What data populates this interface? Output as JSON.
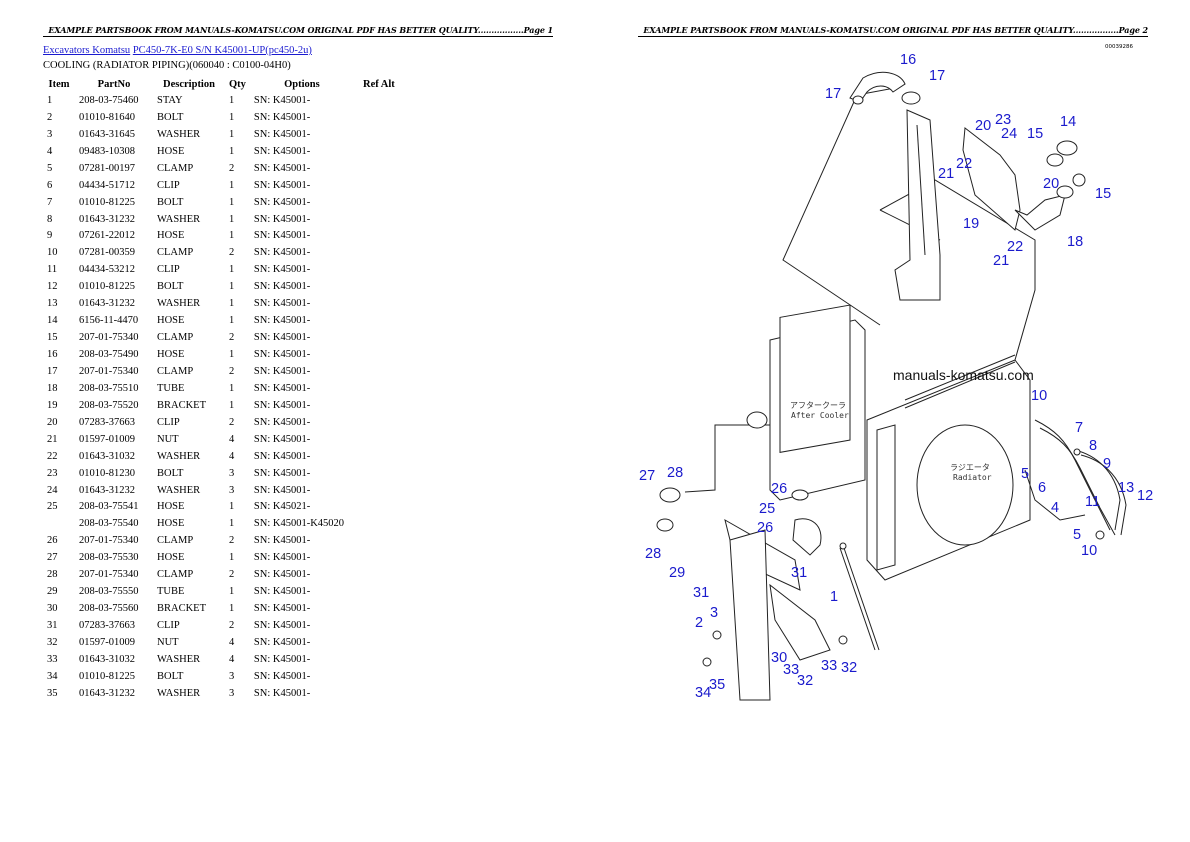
{
  "left_page": {
    "banner": "EXAMPLE PARTSBOOK FROM MANUALS-KOMATSU.COM ORIGINAL PDF HAS BETTER QUALITY.................Page 1",
    "breadcrumb": {
      "link1": "Excavators Komatsu",
      "link2": "PC450-7K-E0 S/N K45001-UP(pc450-2u)"
    },
    "subtitle": "COOLING (RADIATOR PIPING)(060040 : C0100-04H0)",
    "columns": [
      "Item",
      "PartNo",
      "Description",
      "Qty",
      "Options",
      "Ref Alt"
    ],
    "rows": [
      [
        "1",
        "208-03-75460",
        "STAY",
        "1",
        "SN: K45001-"
      ],
      [
        "2",
        "01010-81640",
        "BOLT",
        "1",
        "SN: K45001-"
      ],
      [
        "3",
        "01643-31645",
        "WASHER",
        "1",
        "SN: K45001-"
      ],
      [
        "4",
        "09483-10308",
        "HOSE",
        "1",
        "SN: K45001-"
      ],
      [
        "5",
        "07281-00197",
        "CLAMP",
        "2",
        "SN: K45001-"
      ],
      [
        "6",
        "04434-51712",
        "CLIP",
        "1",
        "SN: K45001-"
      ],
      [
        "7",
        "01010-81225",
        "BOLT",
        "1",
        "SN: K45001-"
      ],
      [
        "8",
        "01643-31232",
        "WASHER",
        "1",
        "SN: K45001-"
      ],
      [
        "9",
        "07261-22012",
        "HOSE",
        "1",
        "SN: K45001-"
      ],
      [
        "10",
        "07281-00359",
        "CLAMP",
        "2",
        "SN: K45001-"
      ],
      [
        "11",
        "04434-53212",
        "CLIP",
        "1",
        "SN: K45001-"
      ],
      [
        "12",
        "01010-81225",
        "BOLT",
        "1",
        "SN: K45001-"
      ],
      [
        "13",
        "01643-31232",
        "WASHER",
        "1",
        "SN: K45001-"
      ],
      [
        "14",
        "6156-11-4470",
        "HOSE",
        "1",
        "SN: K45001-"
      ],
      [
        "15",
        "207-01-75340",
        "CLAMP",
        "2",
        "SN: K45001-"
      ],
      [
        "16",
        "208-03-75490",
        "HOSE",
        "1",
        "SN: K45001-"
      ],
      [
        "17",
        "207-01-75340",
        "CLAMP",
        "2",
        "SN: K45001-"
      ],
      [
        "18",
        "208-03-75510",
        "TUBE",
        "1",
        "SN: K45001-"
      ],
      [
        "19",
        "208-03-75520",
        "BRACKET",
        "1",
        "SN: K45001-"
      ],
      [
        "20",
        "07283-37663",
        "CLIP",
        "2",
        "SN: K45001-"
      ],
      [
        "21",
        "01597-01009",
        "NUT",
        "4",
        "SN: K45001-"
      ],
      [
        "22",
        "01643-31032",
        "WASHER",
        "4",
        "SN: K45001-"
      ],
      [
        "23",
        "01010-81230",
        "BOLT",
        "3",
        "SN: K45001-"
      ],
      [
        "24",
        "01643-31232",
        "WASHER",
        "3",
        "SN: K45001-"
      ],
      [
        "25",
        "208-03-75541",
        "HOSE",
        "1",
        "SN: K45021-"
      ],
      [
        "",
        "208-03-75540",
        "HOSE",
        "1",
        "SN: K45001-K45020"
      ],
      [
        "26",
        "207-01-75340",
        "CLAMP",
        "2",
        "SN: K45001-"
      ],
      [
        "27",
        "208-03-75530",
        "HOSE",
        "1",
        "SN: K45001-"
      ],
      [
        "28",
        "207-01-75340",
        "CLAMP",
        "2",
        "SN: K45001-"
      ],
      [
        "29",
        "208-03-75550",
        "TUBE",
        "1",
        "SN: K45001-"
      ],
      [
        "30",
        "208-03-75560",
        "BRACKET",
        "1",
        "SN: K45001-"
      ],
      [
        "31",
        "07283-37663",
        "CLIP",
        "2",
        "SN: K45001-"
      ],
      [
        "32",
        "01597-01009",
        "NUT",
        "4",
        "SN: K45001-"
      ],
      [
        "33",
        "01643-31032",
        "WASHER",
        "4",
        "SN: K45001-"
      ],
      [
        "34",
        "01010-81225",
        "BOLT",
        "3",
        "SN: K45001-"
      ],
      [
        "35",
        "01643-31232",
        "WASHER",
        "3",
        "SN: K45001-"
      ]
    ]
  },
  "right_page": {
    "banner": "EXAMPLE PARTSBOOK FROM MANUALS-KOMATSU.COM ORIGINAL PDF HAS BETTER QUALITY.................Page 2",
    "figure_id": "00039286",
    "watermark": "manuals-komatsu.com",
    "label_aftercooler": "After Cooler",
    "label_radiator": "Radiator",
    "label_jp1": "アフタークーラ",
    "label_jp2": "ラジエータ"
  }
}
